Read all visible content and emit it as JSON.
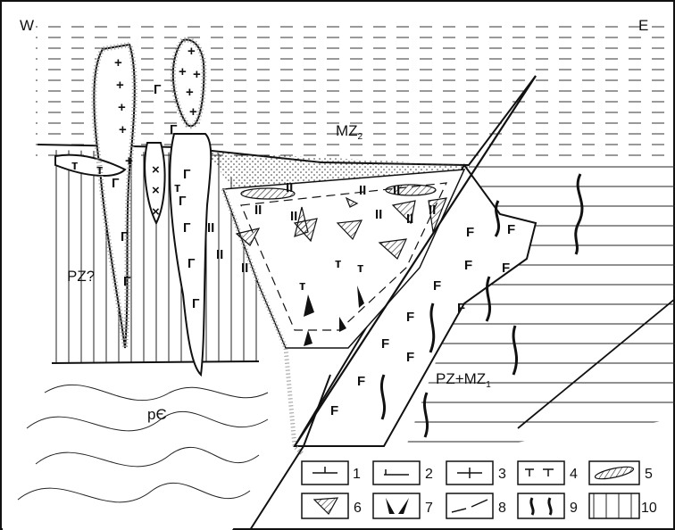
{
  "compass": {
    "west": "W",
    "east": "E"
  },
  "units": {
    "mz2_base": "MZ",
    "mz2_sub": "2",
    "pz_question": "PZ?",
    "precambrian": "pЄ",
    "pz_mz1_base": "PZ+MZ",
    "pz_mz1_sub": "1"
  },
  "symbols": {
    "granite": "+",
    "gabbro": "Г",
    "diorite": "×",
    "fault_zone": "F",
    "sill": "II",
    "trap": "ᴛ"
  },
  "legend": [
    "1",
    "2",
    "3",
    "4",
    "5",
    "6",
    "7",
    "8",
    "9",
    "10"
  ]
}
